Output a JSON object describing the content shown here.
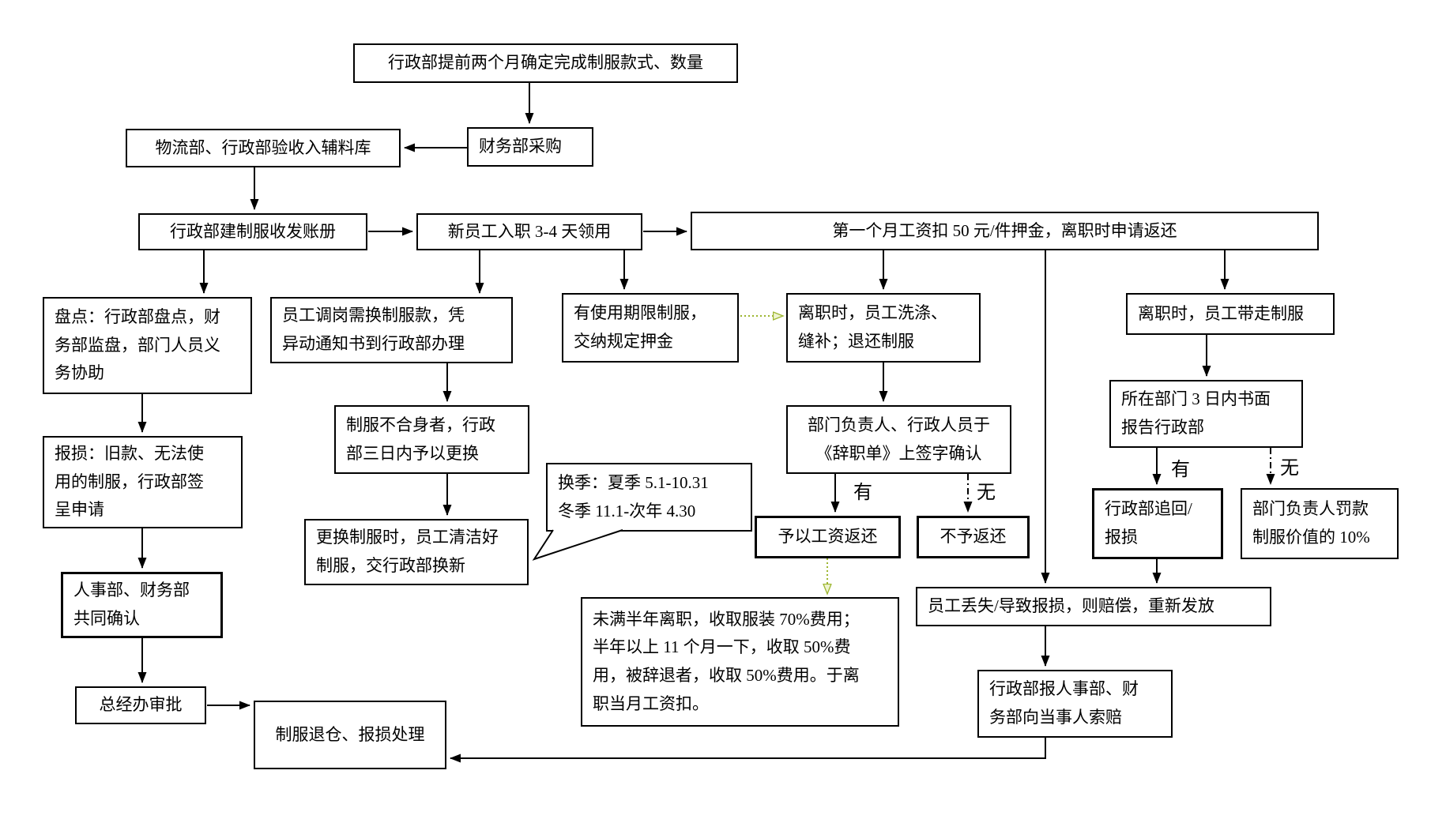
{
  "colors": {
    "line": "#000000",
    "green_arrow_stroke": "#9cb52e",
    "green_arrow_fill": "#eef3cf",
    "background": "#ffffff",
    "box_border": "#000000"
  },
  "diagram_type": "flowchart",
  "nodes": [
    {
      "id": "determine-style-qty",
      "text": "行政部提前两个月确定完成制服款式、数量"
    },
    {
      "id": "finance-purchase",
      "text": "财务部采购"
    },
    {
      "id": "warehouse-acceptance",
      "text": "物流部、行政部验收入辅料库"
    },
    {
      "id": "uniform-ledger",
      "text": "行政部建制服收发账册"
    },
    {
      "id": "new-employee-receive",
      "text": "新员工入职 3-4 天领用"
    },
    {
      "id": "first-month-deposit",
      "text": "第一个月工资扣 50 元/件押金，离职时申请返还"
    },
    {
      "id": "inventory-check",
      "text": "盘点：行政部盘点，财\n务部监盘，部门人员义\n务协助"
    },
    {
      "id": "job-transfer-change",
      "text": "员工调岗需换制服款，凭\n异动通知书到行政部办理"
    },
    {
      "id": "limited-term-deposit",
      "text": "有使用期限制服，\n交纳规定押金"
    },
    {
      "id": "resign-wash-return",
      "text": "离职时，员工洗涤、\n缝补；退还制服"
    },
    {
      "id": "resign-take-away",
      "text": "离职时，员工带走制服"
    },
    {
      "id": "damage-report",
      "text": "报损：旧款、无法使\n用的制服，行政部签\n呈申请"
    },
    {
      "id": "unfit-replace",
      "text": "制服不合身者，行政\n部三日内予以更换"
    },
    {
      "id": "resignation-form-sign",
      "text": "部门负责人、行政人员于\n《辞职单》上签字确认"
    },
    {
      "id": "dept-report-3days",
      "text": "所在部门 3 日内书面\n报告行政部"
    },
    {
      "id": "season-change-note",
      "text": "换季：夏季 5.1-10.31\n冬季 11.1-次年 4.30"
    },
    {
      "id": "clean-before-replace",
      "text": "更换制服时，员工清洁好\n制服，交行政部换新"
    },
    {
      "id": "refund-with-salary",
      "text": "予以工资返还"
    },
    {
      "id": "no-refund",
      "text": "不予返还"
    },
    {
      "id": "admin-recover",
      "text": "行政部追回/\n报损"
    },
    {
      "id": "manager-fine-10pct",
      "text": "部门负责人罚款\n制服价值的 10%"
    },
    {
      "id": "hr-finance-confirm",
      "text": "人事部、财务部\n共同确认"
    },
    {
      "id": "lost-compensate",
      "text": "员工丢失/导致报损，则赔偿，重新发放"
    },
    {
      "id": "fee-schedule",
      "text": "未满半年离职，收取服装 70%费用；\n半年以上 11 个月一下，收取 50%费\n用，被辞退者，收取 50%费用。于离\n职当月工资扣。"
    },
    {
      "id": "gm-office-approval",
      "text": "总经办审批"
    },
    {
      "id": "uniform-return-processing",
      "text": "制服退仓、报损处理"
    },
    {
      "id": "claim-compensation",
      "text": "行政部报人事部、财\n务部向当事人索赔"
    }
  ],
  "edge_labels": [
    {
      "text": "有"
    },
    {
      "text": "无"
    },
    {
      "text": "有"
    },
    {
      "text": "无"
    }
  ],
  "edges": [
    {
      "from": "determine-style-qty",
      "to": "finance-purchase",
      "style": "solid"
    },
    {
      "from": "finance-purchase",
      "to": "warehouse-acceptance",
      "style": "solid"
    },
    {
      "from": "warehouse-acceptance",
      "to": "uniform-ledger",
      "style": "solid"
    },
    {
      "from": "uniform-ledger",
      "to": "new-employee-receive",
      "style": "solid"
    },
    {
      "from": "new-employee-receive",
      "to": "first-month-deposit",
      "style": "solid"
    },
    {
      "from": "uniform-ledger",
      "to": "inventory-check",
      "style": "solid"
    },
    {
      "from": "new-employee-receive",
      "to": "job-transfer-change",
      "style": "solid"
    },
    {
      "from": "new-employee-receive",
      "to": "limited-term-deposit",
      "style": "solid"
    },
    {
      "from": "first-month-deposit",
      "to": "resign-wash-return",
      "style": "solid"
    },
    {
      "from": "first-month-deposit",
      "to": "resign-take-away",
      "style": "solid"
    },
    {
      "from": "first-month-deposit",
      "to": "lost-compensate",
      "style": "solid"
    },
    {
      "from": "limited-term-deposit",
      "to": "resign-wash-return",
      "style": "green-dashed"
    },
    {
      "from": "inventory-check",
      "to": "damage-report",
      "style": "solid"
    },
    {
      "from": "damage-report",
      "to": "hr-finance-confirm",
      "style": "solid"
    },
    {
      "from": "hr-finance-confirm",
      "to": "gm-office-approval",
      "style": "solid"
    },
    {
      "from": "gm-office-approval",
      "to": "uniform-return-processing",
      "style": "solid"
    },
    {
      "from": "job-transfer-change",
      "to": "unfit-replace",
      "style": "solid"
    },
    {
      "from": "unfit-replace",
      "to": "clean-before-replace",
      "style": "solid"
    },
    {
      "from": "season-change-note",
      "to": "clean-before-replace",
      "style": "callout-tail"
    },
    {
      "from": "resign-wash-return",
      "to": "resignation-form-sign",
      "style": "solid"
    },
    {
      "from": "resignation-form-sign",
      "to": "refund-with-salary",
      "style": "solid",
      "label": "有"
    },
    {
      "from": "resignation-form-sign",
      "to": "no-refund",
      "style": "dashed",
      "label": "无"
    },
    {
      "from": "refund-with-salary",
      "to": "fee-schedule",
      "style": "green-dashed"
    },
    {
      "from": "resign-take-away",
      "to": "dept-report-3days",
      "style": "solid"
    },
    {
      "from": "dept-report-3days",
      "to": "admin-recover",
      "style": "solid",
      "label": "有"
    },
    {
      "from": "dept-report-3days",
      "to": "manager-fine-10pct",
      "style": "dashed",
      "label": "无"
    },
    {
      "from": "admin-recover",
      "to": "lost-compensate",
      "style": "solid"
    },
    {
      "from": "lost-compensate",
      "to": "claim-compensation",
      "style": "solid"
    },
    {
      "from": "claim-compensation",
      "to": "uniform-return-processing",
      "style": "solid"
    }
  ]
}
